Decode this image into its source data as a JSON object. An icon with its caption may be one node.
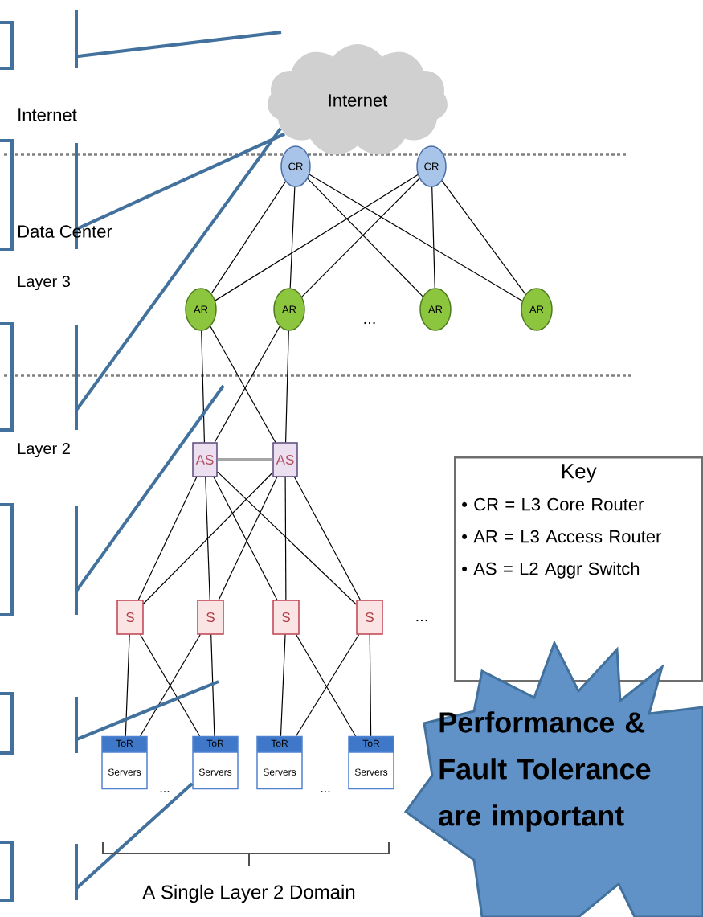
{
  "diagram": {
    "nodes": [
      {
        "text": [],
        "shape": "box"
      },
      {
        "text": [],
        "shape": "box"
      },
      {
        "text": [],
        "shape": "box"
      },
      {
        "text": [],
        "shape": "box"
      },
      {
        "text": [],
        "shape": "box"
      },
      {
        "text": [],
        "shape": "box"
      },
      {
        "text": [
          "Internet"
        ]
      },
      {
        "text": [
          "CR"
        ]
      },
      {
        "text": [
          "CR"
        ]
      },
      {
        "text": [
          "AR"
        ]
      },
      {
        "text": [
          "AR"
        ]
      },
      {
        "text": [
          "AR"
        ]
      },
      {
        "text": [
          "AR"
        ]
      },
      {
        "text": [
          "AS"
        ]
      },
      {
        "text": [
          "AS"
        ]
      },
      {
        "text": [
          "S"
        ]
      },
      {
        "text": [
          "S"
        ]
      },
      {
        "text": [
          "S"
        ]
      },
      {
        "text": [
          "S"
        ]
      },
      {
        "text": [
          "ToR",
          "Servers"
        ]
      },
      {
        "text": [
          "ToR",
          "Servers"
        ]
      },
      {
        "text": [
          "ToR",
          "Servers"
        ]
      },
      {
        "text": [
          "ToR",
          "Servers"
        ]
      },
      {
        "text": [
          "Key",
          "• CR = L3 Core Router",
          "• AR = L3 Access Router",
          "• AS = L2 Aggr Switch"
        ]
      },
      {
        "text": [
          "Performance & Fault Tolerance are important"
        ]
      }
    ],
    "edges": [
      {
        "from": 7,
        "to": 9,
        "arrow": "none"
      },
      {
        "from": 7,
        "to": 10,
        "arrow": "none"
      },
      {
        "from": 7,
        "to": 11,
        "arrow": "none"
      },
      {
        "from": 7,
        "to": 12,
        "arrow": "none"
      },
      {
        "from": 8,
        "to": 9,
        "arrow": "none"
      },
      {
        "from": 8,
        "to": 10,
        "arrow": "none"
      },
      {
        "from": 8,
        "to": 11,
        "arrow": "none"
      },
      {
        "from": 8,
        "to": 12,
        "arrow": "none"
      },
      {
        "from": 9,
        "to": 13,
        "arrow": "none"
      },
      {
        "from": 9,
        "to": 14,
        "arrow": "none"
      },
      {
        "from": 10,
        "to": 13,
        "arrow": "none"
      },
      {
        "from": 10,
        "to": 14,
        "arrow": "none"
      },
      {
        "from": 13,
        "to": 14,
        "arrow": "none",
        "style": "thick",
        "color": "#a6a6a6"
      },
      {
        "from": 13,
        "to": 15,
        "arrow": "none"
      },
      {
        "from": 13,
        "to": 16,
        "arrow": "none"
      },
      {
        "from": 13,
        "to": 17,
        "arrow": "none"
      },
      {
        "from": 13,
        "to": 18,
        "arrow": "none"
      },
      {
        "from": 14,
        "to": 15,
        "arrow": "none"
      },
      {
        "from": 14,
        "to": 16,
        "arrow": "none"
      },
      {
        "from": 14,
        "to": 17,
        "arrow": "none"
      },
      {
        "from": 14,
        "to": 18,
        "arrow": "none"
      },
      {
        "from": 15,
        "to": 19,
        "arrow": "none"
      },
      {
        "from": 15,
        "to": 20,
        "arrow": "none"
      },
      {
        "from": 16,
        "to": 19,
        "arrow": "none"
      },
      {
        "from": 16,
        "to": 20,
        "arrow": "none"
      },
      {
        "from": 17,
        "to": 21,
        "arrow": "none"
      },
      {
        "from": 17,
        "to": 22,
        "arrow": "none"
      },
      {
        "from": 18,
        "to": 21,
        "arrow": "none"
      },
      {
        "from": 18,
        "to": 22,
        "arrow": "none"
      },
      {
        "from": 0,
        "to": null,
        "arrow": "none",
        "style": "thick",
        "color": "#41719c"
      },
      {
        "from": 1,
        "to": 6,
        "arrow": "none",
        "style": "thick",
        "color": "#41719c"
      },
      {
        "from": 2,
        "to": 6,
        "arrow": "none",
        "style": "thick",
        "color": "#41719c"
      },
      {
        "from": 3,
        "to": null,
        "arrow": "none",
        "style": "thick",
        "color": "#41719c"
      },
      {
        "from": 4,
        "to": null,
        "arrow": "none",
        "style": "thick",
        "color": "#41719c"
      },
      {
        "from": 5,
        "to": 20,
        "arrow": "none",
        "style": "thick",
        "color": "#41719c"
      }
    ],
    "labels": [
      "Internet",
      "Data Center",
      "Layer 3",
      "...",
      "Layer 2",
      "...",
      "...",
      "...",
      "A Single Layer 2 Domain"
    ]
  }
}
